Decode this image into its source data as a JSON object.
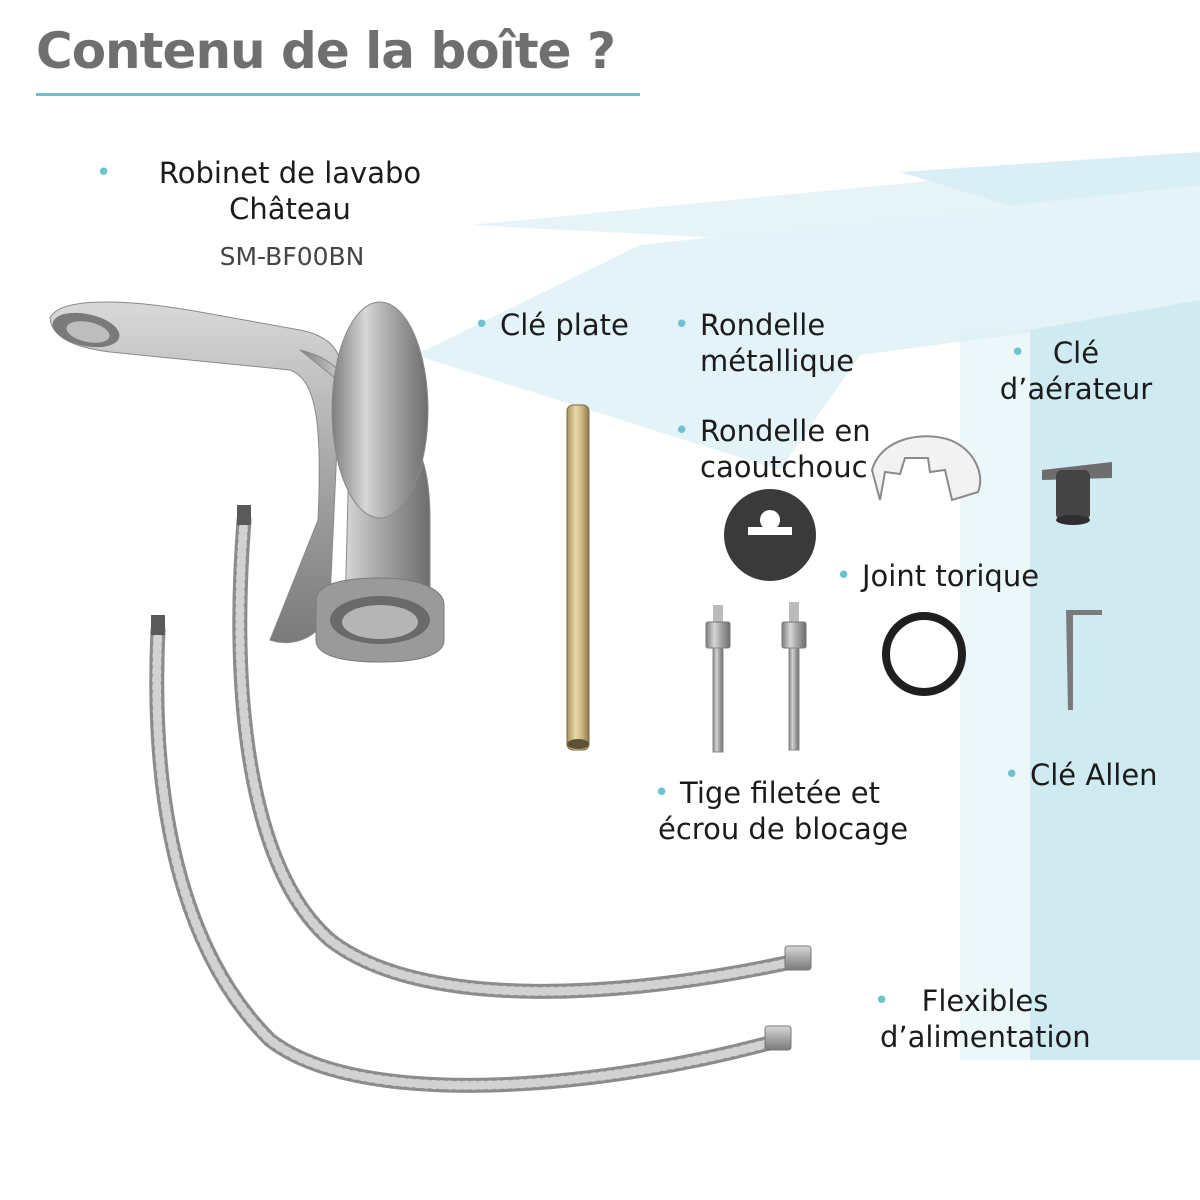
{
  "page": {
    "title": "Contenu de la boîte ?"
  },
  "product": {
    "name_line1": "Robinet de lavabo",
    "name_line2": "Château",
    "model": "SM-BF00BN"
  },
  "items": {
    "cle_plate": "Clé plate",
    "rondelle_metallique_line1": "Rondelle",
    "rondelle_metallique_line2": "métallique",
    "cle_aerateur_line1": "Clé",
    "cle_aerateur_line2": "d’aérateur",
    "rondelle_caoutchouc_line1": "Rondelle en",
    "rondelle_caoutchouc_line2": "caoutchouc",
    "joint_torique": "Joint torique",
    "tige_line1": "Tige filetée et",
    "tige_line2": "écrou de blocage",
    "cle_allen": "Clé Allen",
    "flexibles_line1": "Flexibles",
    "flexibles_line2": "d’alimentation"
  },
  "colors": {
    "accent": "#6cc3cf",
    "title": "#6f6f6f",
    "box_light": "#e3f3f7",
    "box_mid": "#cbe8ef"
  },
  "icons": {
    "bullet": "bullet-dot-icon"
  }
}
